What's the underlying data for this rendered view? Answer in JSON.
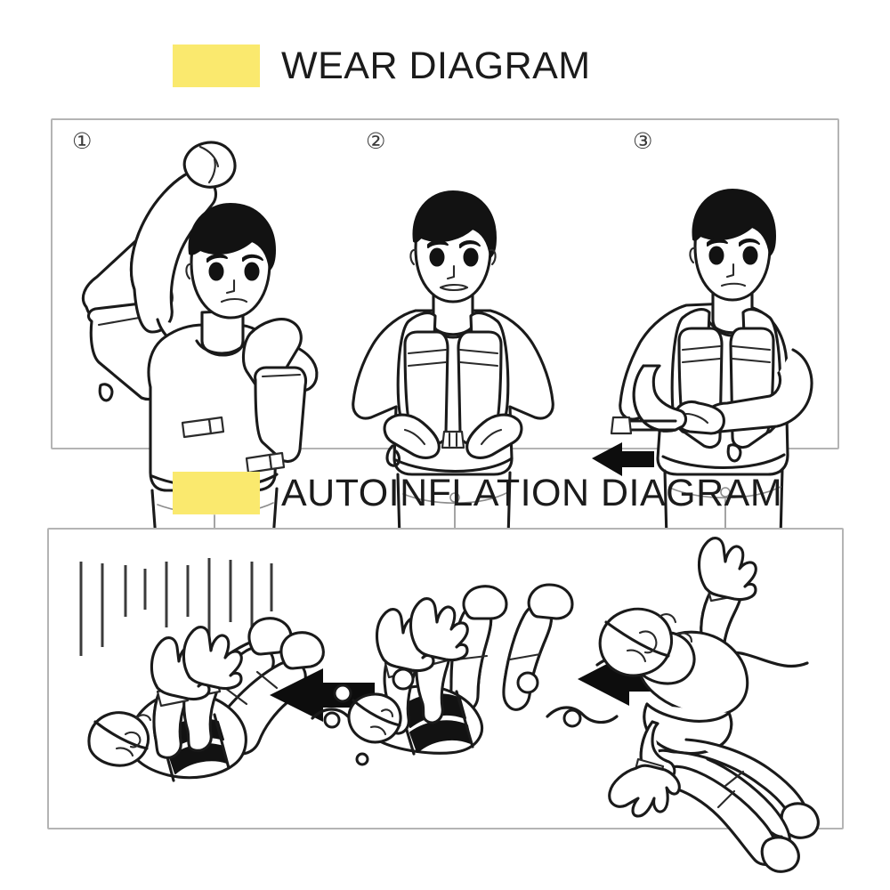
{
  "page": {
    "title": "Life Vest Instruction Diagram",
    "background_color": "#ffffff",
    "accent_color": "#fae96e",
    "line_color": "#1a1a1a",
    "panel_border_color": "#b4b4b4"
  },
  "sections": [
    {
      "id": "wear",
      "heading": "WEAR DIAGRAM",
      "swatch_color": "#fae96e",
      "steps": [
        {
          "badge": "①",
          "name": "pull-vest-over-head",
          "description": "Man raising arm overhead to pull the inflatable life vest down over his head and onto his shoulders"
        },
        {
          "badge": "②",
          "name": "fasten-waist-buckle",
          "description": "Man standing with vest on both shoulders, fastening the front waist buckle with both hands"
        },
        {
          "badge": "③",
          "name": "tighten-waist-strap",
          "description": "Man pulling the waist strap sideways to tighten the vest; arrow points left"
        }
      ]
    },
    {
      "id": "autoinflation",
      "heading": "AUTOINFLATION DIAGRAM",
      "swatch_color": "#fae96e",
      "scenes": [
        {
          "name": "falling-into-water",
          "description": "Person wearing the uninflated vest falling backwards into the water, speed lines above"
        },
        {
          "name": "submerged-triggering",
          "description": "Person fully submerged below the surface, air bubbles rising, vest beginning to inflate"
        },
        {
          "name": "floating-inflated",
          "description": "Person floating face-up at the surface with the vest fully inflated around the neck and chest"
        }
      ],
      "arrows": [
        {
          "name": "progress-arrow-1",
          "direction": "right"
        },
        {
          "name": "progress-arrow-2",
          "direction": "right"
        }
      ]
    }
  ]
}
